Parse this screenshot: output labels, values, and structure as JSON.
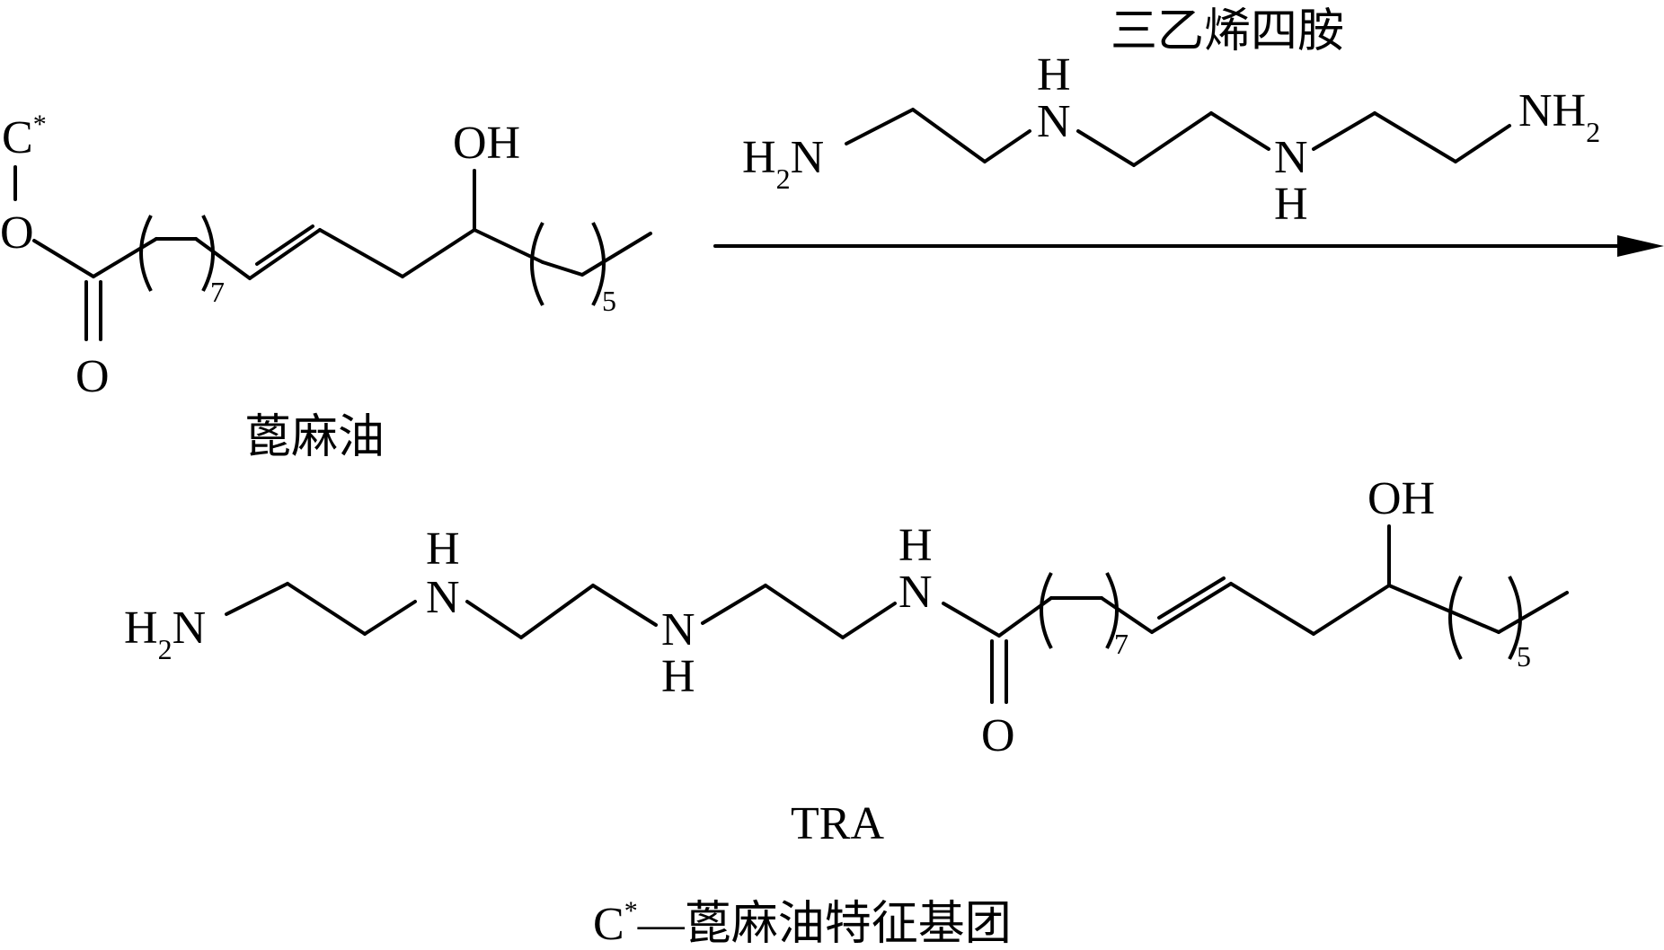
{
  "reactant": {
    "name": "蓖麻油",
    "c_star": "C",
    "star": "*",
    "ester_o": "O",
    "carbonyl_o": "O",
    "oh": "OH",
    "repeat_1": "7",
    "repeat_2": "5"
  },
  "reagent": {
    "name": "三乙烯四胺",
    "h2n_h": "H",
    "h2n_sub": "2",
    "h2n_n": "N",
    "nh_top_h": "H",
    "nh_top_n": "N",
    "nh_bot_n": "N",
    "nh_bot_h": "H",
    "nh2_n": "NH",
    "nh2_sub": "2"
  },
  "product": {
    "name": "TRA",
    "h2n_h": "H",
    "h2n_sub": "2",
    "h2n_n": "N",
    "nh1_h": "H",
    "nh1_n": "N",
    "nh2_n": "N",
    "nh2_h": "H",
    "amide_h": "H",
    "amide_n": "N",
    "carbonyl_o": "O",
    "oh": "OH",
    "repeat_1": "7",
    "repeat_2": "5"
  },
  "footnote": {
    "c": "C",
    "star": "*",
    "text": "—蓖麻油特征基团"
  },
  "colors": {
    "ink": "#000000",
    "background": "#ffffff"
  }
}
